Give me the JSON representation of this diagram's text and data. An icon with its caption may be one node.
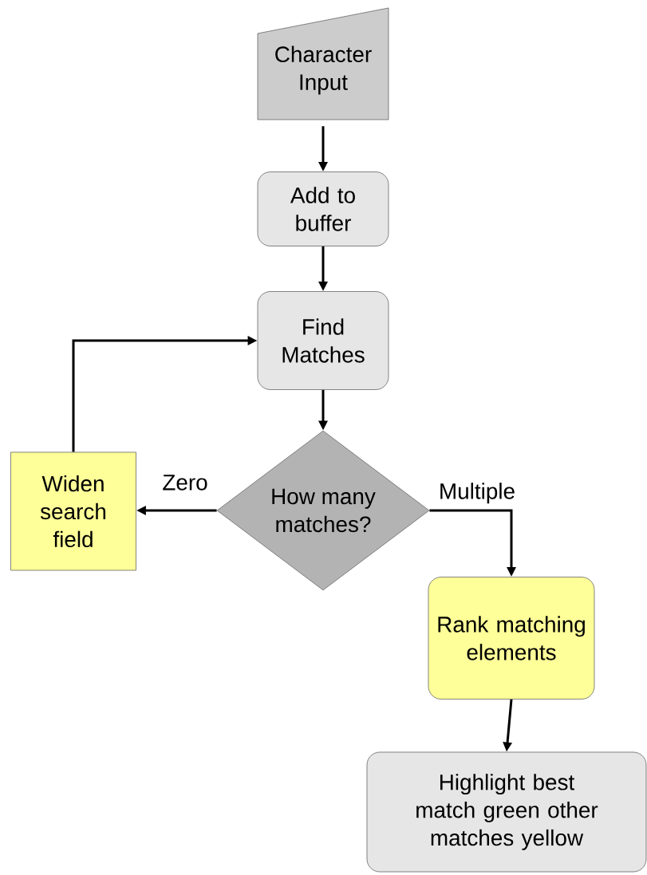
{
  "diagram": {
    "nodes": [
      {
        "text": [
          "Character Input"
        ]
      },
      {
        "text": [
          "Add to buffer"
        ]
      },
      {
        "text": [
          "Find Matches"
        ]
      },
      {
        "text": [
          "How many matches?"
        ]
      },
      {
        "text": [
          "Widen search field"
        ]
      },
      {
        "text": [
          "Rank matching elements"
        ]
      },
      {
        "text": [
          "Highlight best match green other matches yellow"
        ]
      }
    ],
    "edges": [
      {
        "from": 0,
        "to": 1,
        "arrow": "to"
      },
      {
        "from": 1,
        "to": 2,
        "arrow": "to"
      },
      {
        "from": 2,
        "to": 3,
        "arrow": "to"
      },
      {
        "from": 3,
        "to": 4,
        "arrow": "to",
        "label": "Zero"
      },
      {
        "from": 3,
        "to": 5,
        "arrow": "to",
        "label": "Multiple"
      },
      {
        "from": 5,
        "to": 6,
        "arrow": "to"
      },
      {
        "from": 4,
        "to": 2,
        "arrow": "to"
      }
    ]
  }
}
